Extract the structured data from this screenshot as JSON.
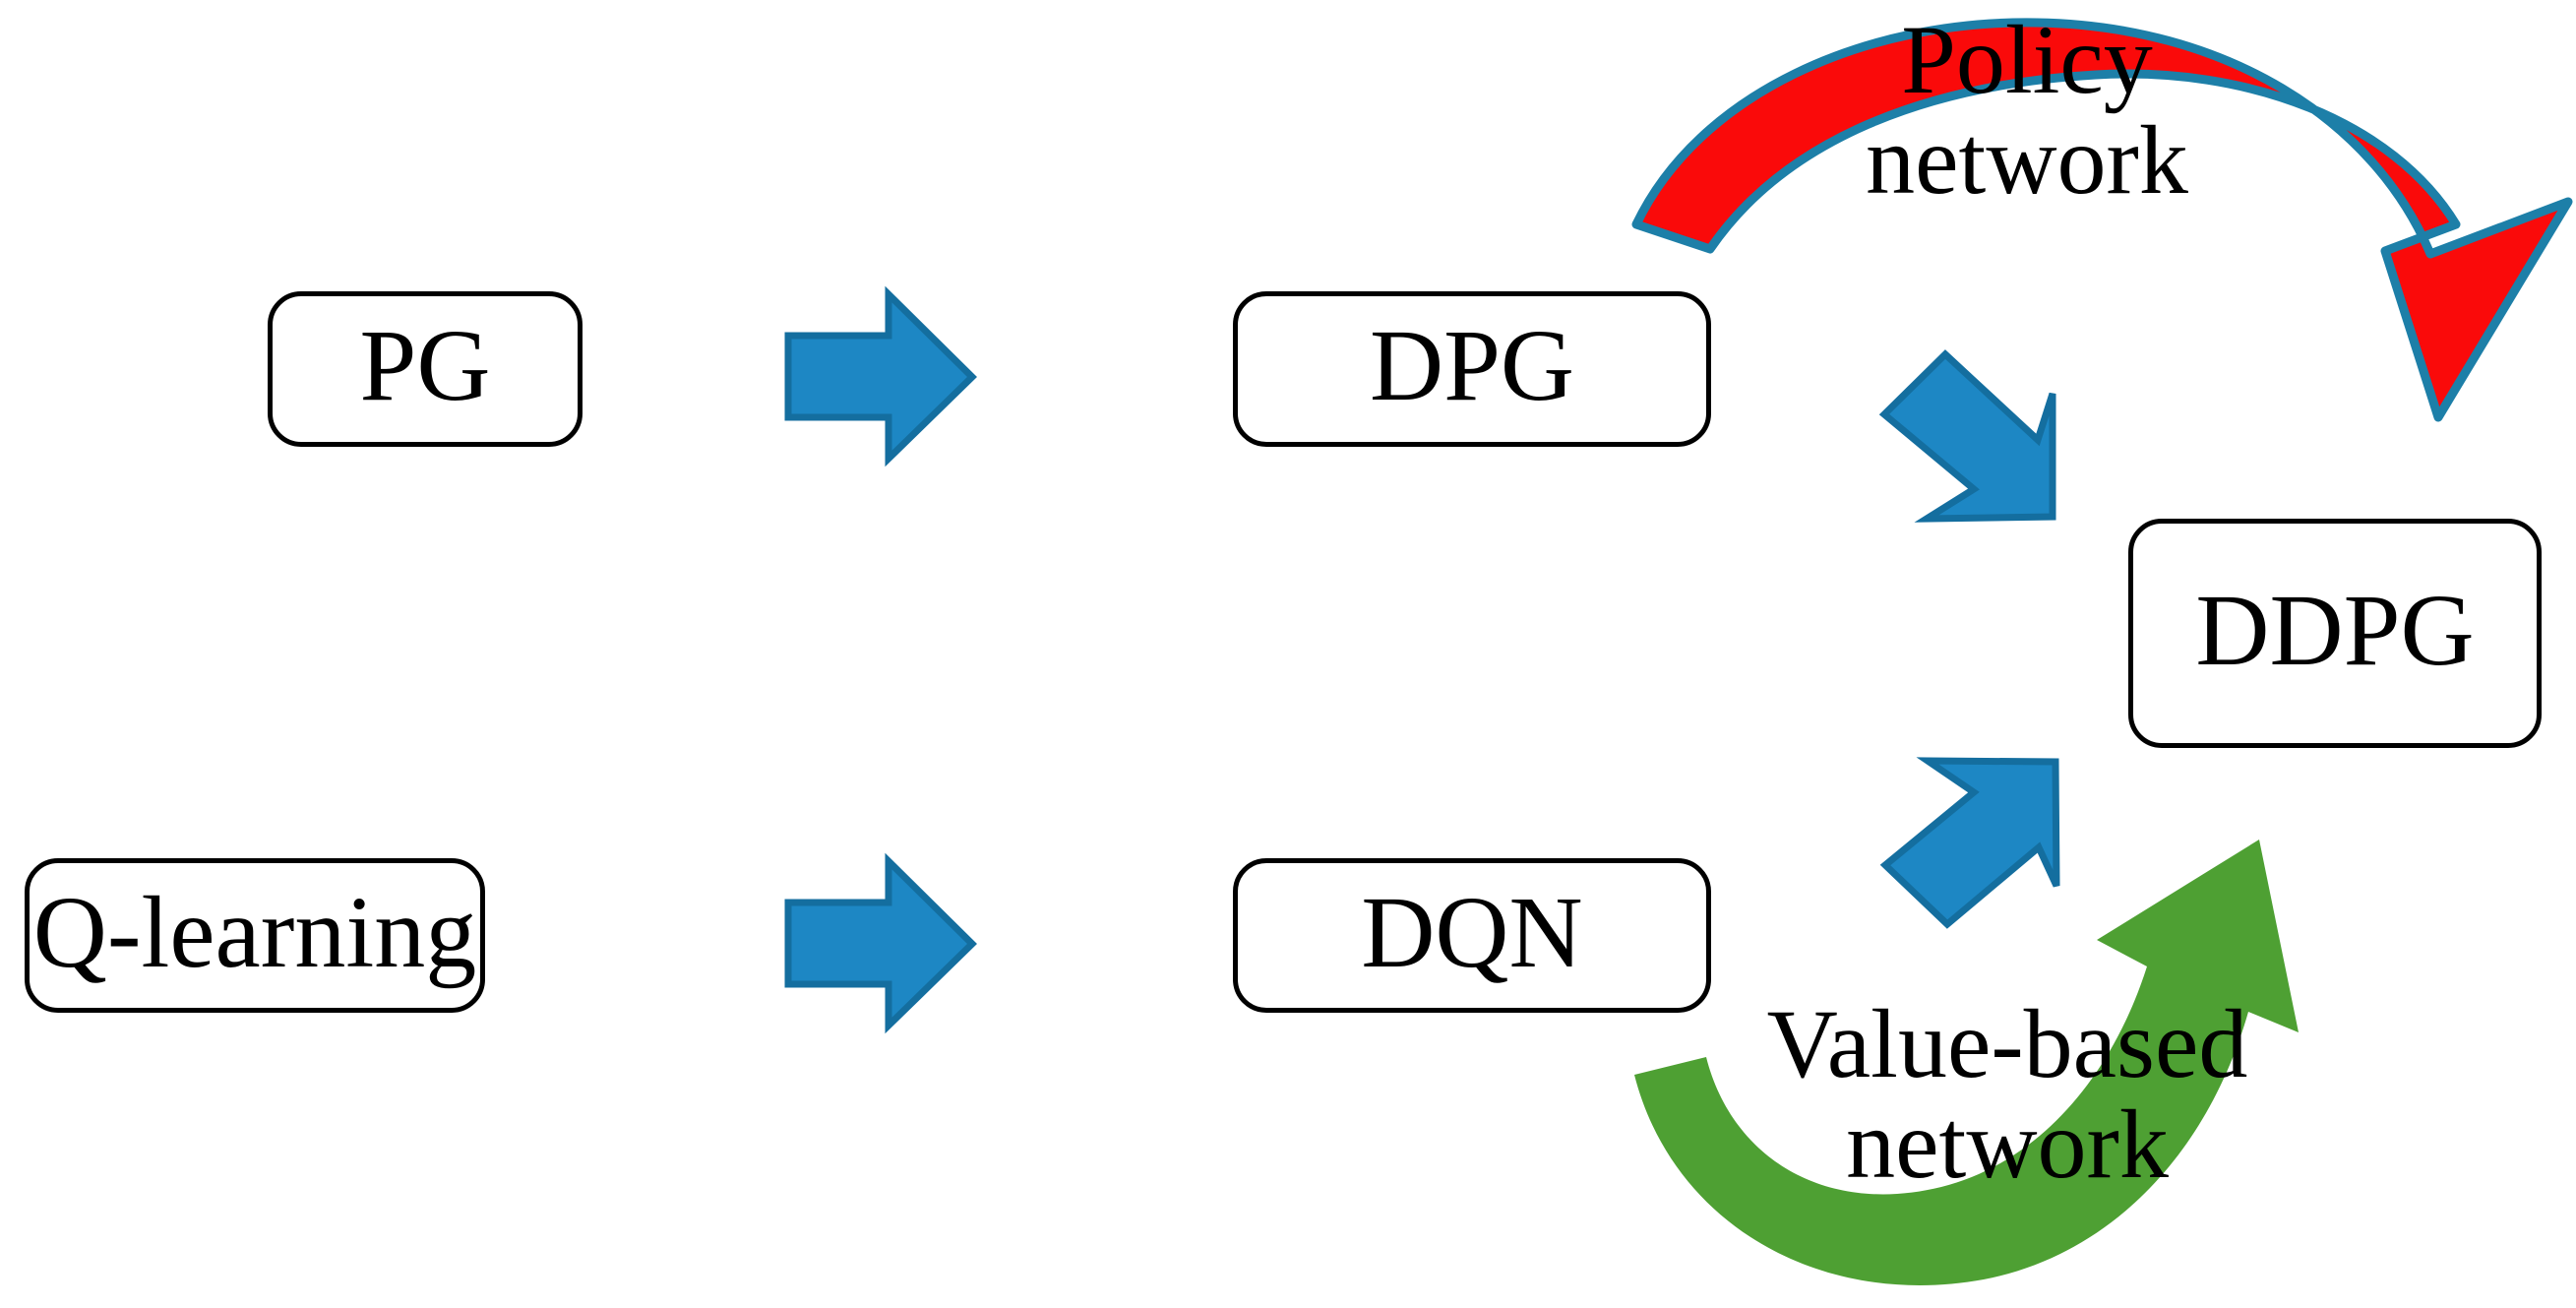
{
  "diagram": {
    "title": "Reinforcement learning algorithm derivation diagram",
    "background_color": "#ffffff",
    "palette": {
      "box_border": "#000000",
      "box_fill": "#ffffff",
      "text": "#000000",
      "blue_arrow": "#1d87c4",
      "blue_arrow_stroke": "#146e9f",
      "red_arrow_fill": "#fa0a0a",
      "red_arrow_stroke": "#1d7fa8",
      "green_arrow": "#4ea033"
    },
    "nodes": [
      {
        "id": "pg",
        "label": "PG"
      },
      {
        "id": "qlearn",
        "label": "Q-learning"
      },
      {
        "id": "dpg",
        "label": "DPG"
      },
      {
        "id": "dqn",
        "label": "DQN"
      },
      {
        "id": "ddpg",
        "label": "DDPG"
      }
    ],
    "edge_labels": [
      {
        "id": "policy",
        "label": "Policy\nnetwork",
        "color": "#000000"
      },
      {
        "id": "value",
        "label": "Value-based\nnetwork",
        "color": "#000000"
      }
    ],
    "arrows": [
      {
        "id": "pg-to-dpg",
        "style": "straight-block",
        "color": "#1d87c4",
        "direction": "right",
        "from": "pg",
        "to": "dpg"
      },
      {
        "id": "qlearn-to-dqn",
        "style": "straight-block",
        "color": "#1d87c4",
        "direction": "right",
        "from": "qlearn",
        "to": "dqn"
      },
      {
        "id": "dpg-to-ddpg",
        "style": "straight-block",
        "color": "#1d87c4",
        "direction": "down-right",
        "from": "dpg",
        "to": "ddpg"
      },
      {
        "id": "dqn-to-ddpg",
        "style": "straight-block",
        "color": "#1d87c4",
        "direction": "up-right",
        "from": "dqn",
        "to": "ddpg"
      },
      {
        "id": "policy-curve",
        "style": "curved-ribbon",
        "color": "#fa0a0a",
        "direction": "clockwise",
        "label": "policy"
      },
      {
        "id": "value-curve",
        "style": "curved-ribbon",
        "color": "#4ea033",
        "direction": "counter-clockwise",
        "label": "value"
      }
    ]
  }
}
